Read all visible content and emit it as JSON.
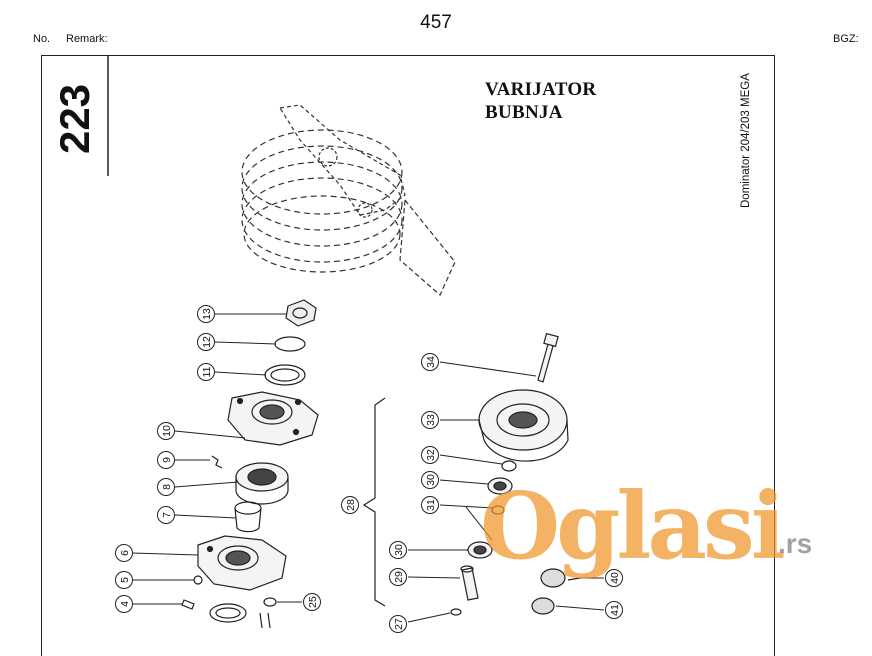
{
  "header": {
    "page_number": "457",
    "no_label": "No.",
    "remark_label": "Remark:",
    "bgz_label": "BGZ:"
  },
  "group": {
    "code": "223",
    "title_line1": "VARIJATOR",
    "title_line2": "BUBNJA",
    "model": "Dominator 204/203 MEGA"
  },
  "callouts": [
    "13",
    "12",
    "11",
    "10",
    "9",
    "8",
    "7",
    "6",
    "5",
    "4",
    "34",
    "33",
    "32",
    "30",
    "31",
    "28",
    "30",
    "29",
    "25",
    "27",
    "40",
    "41"
  ],
  "watermark": {
    "text": "Oglasi",
    "suffix": ".rs",
    "color": "#f0962a"
  }
}
